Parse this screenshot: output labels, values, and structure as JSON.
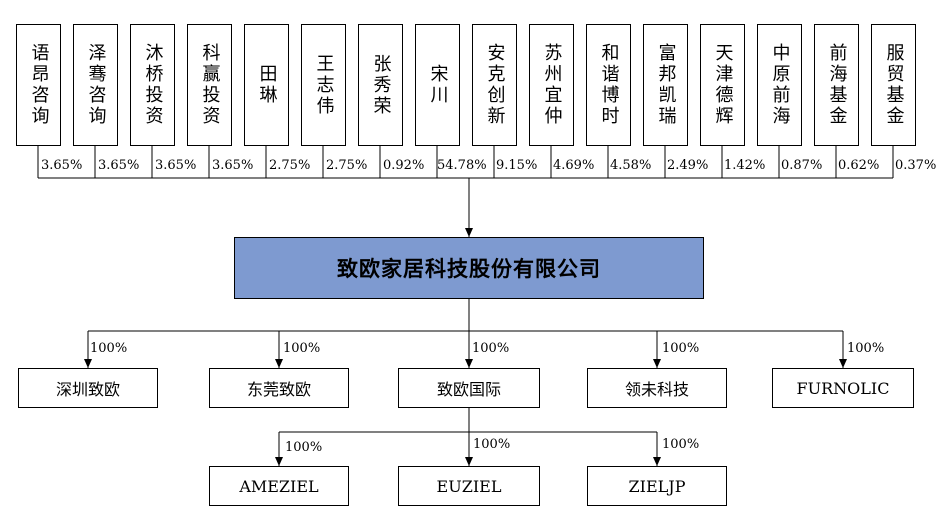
{
  "company": "致欧家居科技股份有限公司",
  "shareholders": [
    {
      "name": "语昂咨询",
      "pct": "3.65%"
    },
    {
      "name": "泽骞咨询",
      "pct": "3.65%"
    },
    {
      "name": "沐桥投资",
      "pct": "3.65%"
    },
    {
      "name": "科赢投资",
      "pct": "3.65%"
    },
    {
      "name": "田琳",
      "pct": "2.75%"
    },
    {
      "name": "王志伟",
      "pct": "2.75%"
    },
    {
      "name": "张秀荣",
      "pct": "0.92%"
    },
    {
      "name": "宋川",
      "pct": "54.78%"
    },
    {
      "name": "安克创新",
      "pct": "9.15%"
    },
    {
      "name": "苏州宜仲",
      "pct": "4.69%"
    },
    {
      "name": "和谐博时",
      "pct": "4.58%"
    },
    {
      "name": "富邦凯瑞",
      "pct": "2.49%"
    },
    {
      "name": "天津德辉",
      "pct": "1.42%"
    },
    {
      "name": "中原前海",
      "pct": "0.87%"
    },
    {
      "name": "前海基金",
      "pct": "0.62%"
    },
    {
      "name": "服贸基金",
      "pct": "0.37%"
    }
  ],
  "subsidiaries": [
    {
      "name": "深圳致欧",
      "pct": "100%"
    },
    {
      "name": "东莞致欧",
      "pct": "100%"
    },
    {
      "name": "致欧国际",
      "pct": "100%"
    },
    {
      "name": "领未科技",
      "pct": "100%"
    },
    {
      "name": "FURNOLIC",
      "pct": "100%"
    }
  ],
  "sub_subsidiaries": [
    {
      "name": "AMEZIEL",
      "pct": "100%"
    },
    {
      "name": "EUZIEL",
      "pct": "100%"
    },
    {
      "name": "ZIELJP",
      "pct": "100%"
    }
  ]
}
